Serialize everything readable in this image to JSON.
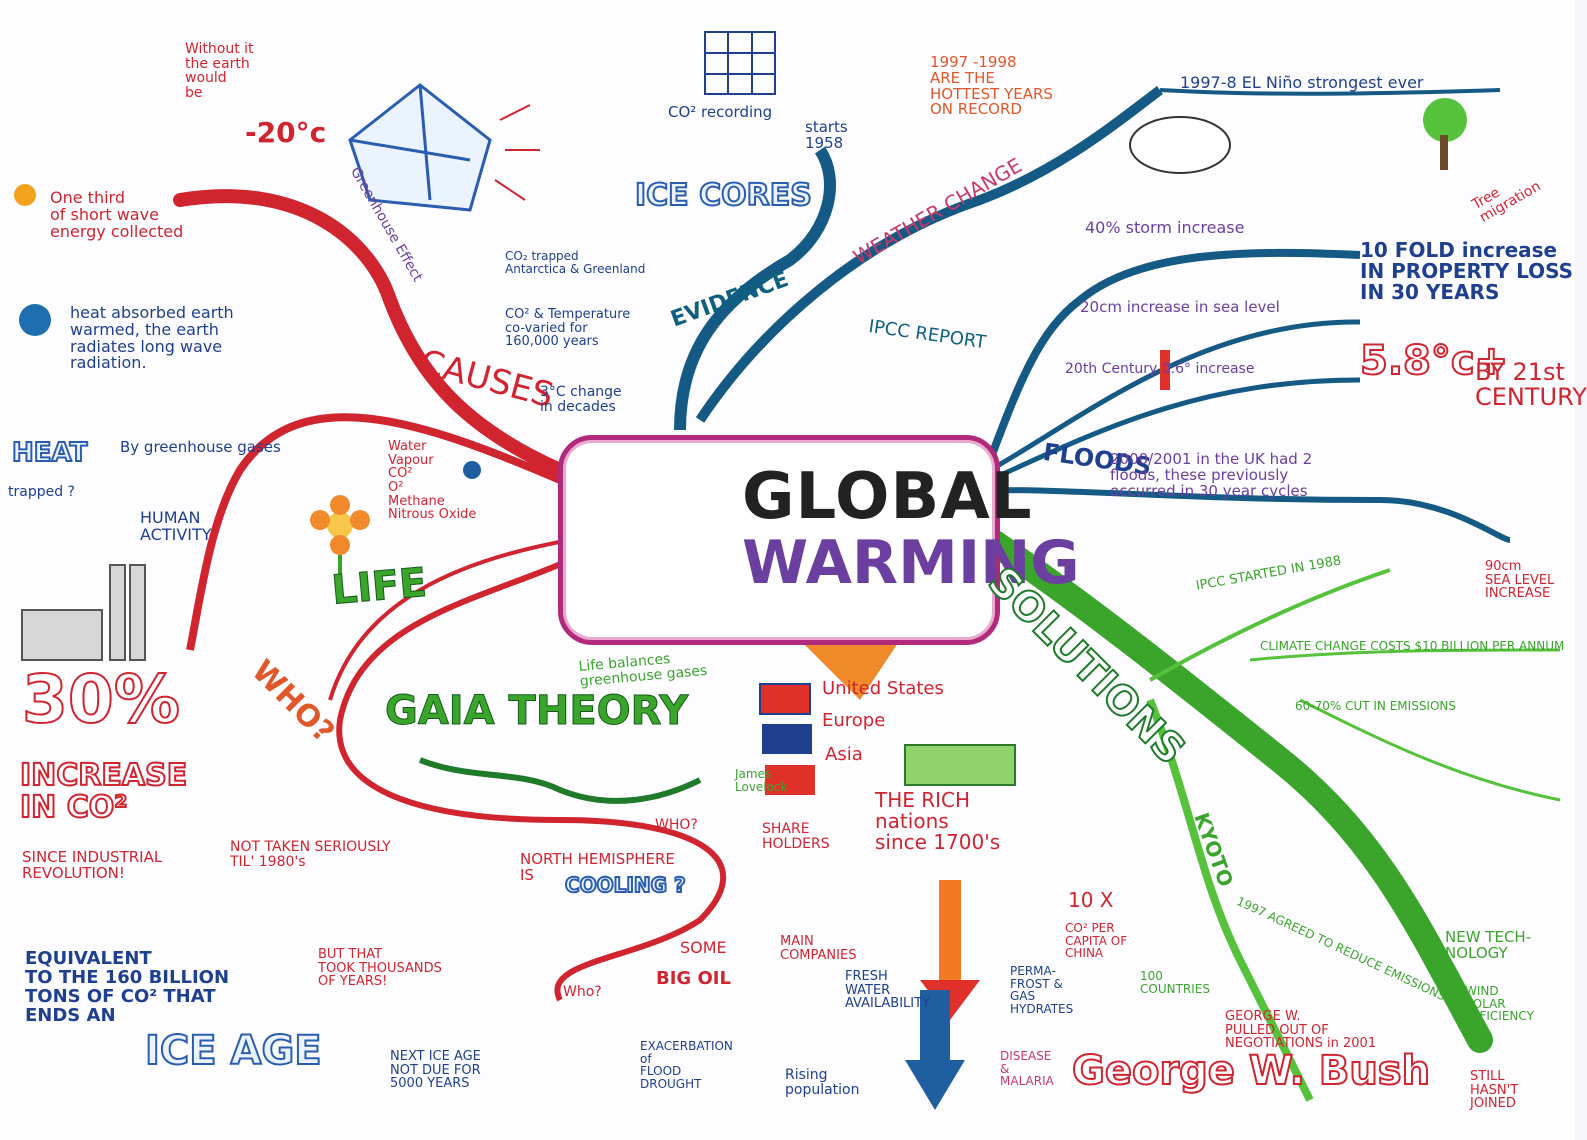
{
  "title": {
    "line1": "GLOBAL",
    "line2": "WARMING"
  },
  "branches": {
    "causes": "CAUSES",
    "evidence": "EVIDENCE",
    "weather": "WEATHER CHANGE",
    "ipcc": "IPCC REPORT",
    "floods": "FLOODS",
    "solutions": "SOLUTIONS",
    "life": "LIFE",
    "gaia": "GAIA THEORY",
    "who": "WHO?",
    "kyoto": "KYOTO",
    "greenhouse": "Greenhouse Effect"
  },
  "notes": {
    "without_earth": "Without it\nthe earth\nwould\nbe",
    "minus20": "-20°c",
    "one_third": "One third\nof short wave\nenergy collected",
    "heat_absorbed": "heat absorbed earth\nwarmed, the earth\nradiates long wave\nradiation.",
    "heat": "HEAT",
    "trapped": "trapped ?",
    "by_greenhouse": "By greenhouse gases",
    "gases": "Water\nVapour\nCO²\nO²\nMethane\nNitrous Oxide",
    "human_activity": "HUMAN\nACTIVITY",
    "thirty": "30%",
    "increase_co2": "INCREASE\nIN CO²",
    "since_industrial": "SINCE INDUSTRIAL\nREVOLUTION!",
    "equivalent": "EQUIVALENT\nTO THE 160 BILLION\nTONS OF CO² THAT\nENDS AN",
    "ice_age": "ICE AGE",
    "but_that": "BUT THAT\nTOOK THOUSANDS\nOF YEARS!",
    "next_ice_age": "NEXT ICE AGE\nNOT DUE FOR\n5000 YEARS",
    "not_taken": "NOT TAKEN SERIOUSLY\nTIL' 1980's",
    "north_hemisphere": "NORTH HEMISPHERE\nIS",
    "cooling": "COOLING ?",
    "who_q1": "WHO?",
    "who_q2": "Who?",
    "share_holders": "SHARE\nHOLDERS",
    "some": "SOME",
    "big_oil": "BIG OIL",
    "main_companies": "MAIN\nCOMPANIES",
    "co2_recording": "CO² recording",
    "starts_1958": "starts\n1958",
    "ice_cores": "ICE CORES",
    "co2_trapped": "CO₂ trapped\nAntarctica & Greenland",
    "co2_temp": "CO² & Temperature\nco-varied for\n160,000 years",
    "three_deg": "3°C change\nin decades",
    "hottest": "1997 -1998\nARE THE\nHOTTEST YEARS\nON RECORD",
    "el_nino": "1997-8 EL Niño strongest ever",
    "storm": "40% storm increase",
    "ten_fold": "10 FOLD increase\nIN PROPERTY LOSS\nIN 30 YEARS",
    "sea_level_20": "20cm increase in sea level",
    "twentieth": "20th Century 0.6° increase",
    "five_eight": "5.8°c+",
    "by_21st": "BY 21st\nCENTURY",
    "uk_floods": "2000/2001 in the UK had 2\nfloods, these previously\noccurred in 30 year cycles",
    "tree_migration": "Tree\nmigration",
    "sea_level_90": "90cm\nSEA LEVEL\nINCREASE",
    "ipcc_started": "IPCC STARTED IN 1988",
    "climate_change_costs": "CLIMATE CHANGE COSTS $10 BILLION PER ANNUM",
    "cut_emissions": "60-70% CUT IN EMISSIONS",
    "new_tech": "NEW TECH-\nNOLOGY",
    "wind_solar": "WIND\nSOLAR\nEFFICIENCY",
    "protocol": "1997 AGREED TO REDUCE EMISSIONS",
    "hundred_countries": "100\nCOUNTRIES",
    "bush_pulled": "GEORGE W.\nPULLED OUT OF\nNEGOTIATIONS in 2001",
    "still_not": "STILL\nHASN'T\nJOINED",
    "george_bush": "George W. Bush",
    "ten_x": "10 X",
    "co2_per_capita": "CO² PER\nCAPITA OF\nCHINA",
    "united_states": "United States",
    "europe": "Europe",
    "asia": "Asia",
    "rich_nations": "THE RICH\nnations\nsince 1700's",
    "life_balances": "Life balances\ngreenhouse gases",
    "james_lovelock": "James\nLovelock",
    "fresh_water": "FRESH\nWATER\nAVAILABILITY",
    "exacerbation": "EXACERBATION\nof\nFLOOD\nDROUGHT",
    "rising_population": "Rising\npopulation",
    "permafrost": "PERMA-\nFROST &\nGAS\nHYDRATES",
    "disease": "DISEASE\n&\nMALARIA"
  }
}
